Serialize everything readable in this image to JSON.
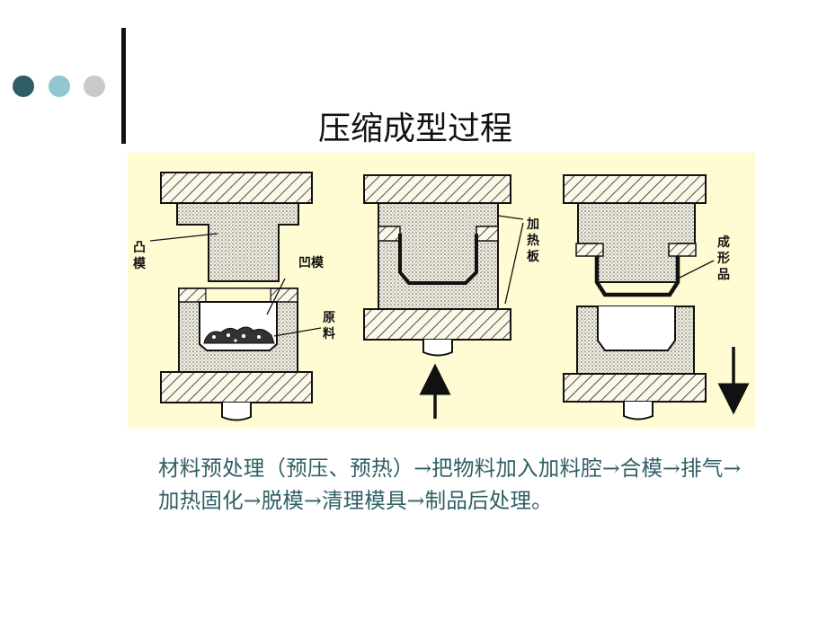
{
  "slide": {
    "title": "压缩成型过程",
    "description": "材料预处理（预压、预热）→把物料加入加料腔→合模→排气→加热固化→脱模→清理模具→制品后处理。"
  },
  "figure": {
    "labels": {
      "punch": [
        "凸",
        "模"
      ],
      "die": "凹模",
      "raw_material": [
        "原",
        "料"
      ],
      "heating_plate": [
        "加",
        "热",
        "板"
      ],
      "product": [
        "成",
        "形",
        "品"
      ]
    }
  },
  "colors": {
    "accent": "#2e5e63",
    "dot_light": "#8fc8cf",
    "dot_gray": "#c9c9c9",
    "text": "#2f5f66",
    "figure_bg": "#fffbd2"
  }
}
